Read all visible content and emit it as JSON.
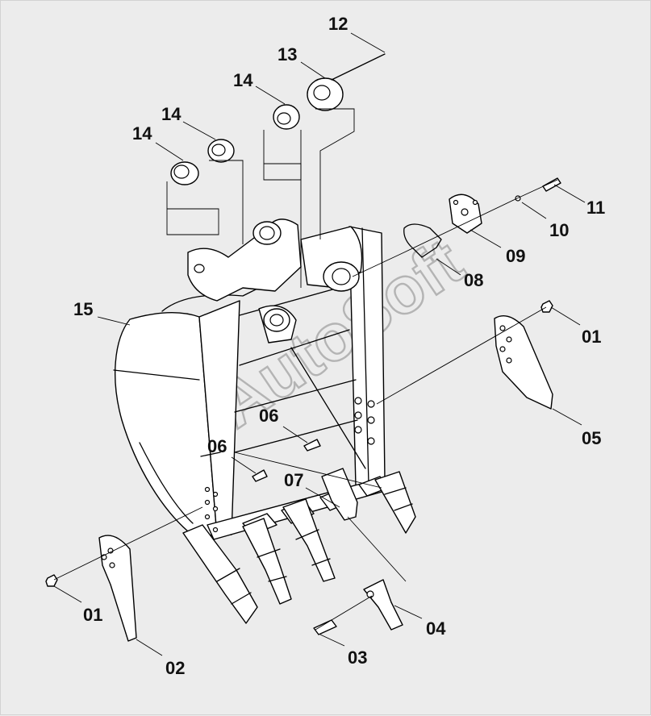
{
  "watermark": "AutoSoft",
  "callouts": {
    "c01a": "01",
    "c01b": "01",
    "c02": "02",
    "c03": "03",
    "c04": "04",
    "c05": "05",
    "c06a": "06",
    "c06b": "06",
    "c07": "07",
    "c08": "08",
    "c09": "09",
    "c10": "10",
    "c11": "11",
    "c12": "12",
    "c13": "13",
    "c14a": "14",
    "c14b": "14",
    "c14c": "14",
    "c15": "15"
  }
}
